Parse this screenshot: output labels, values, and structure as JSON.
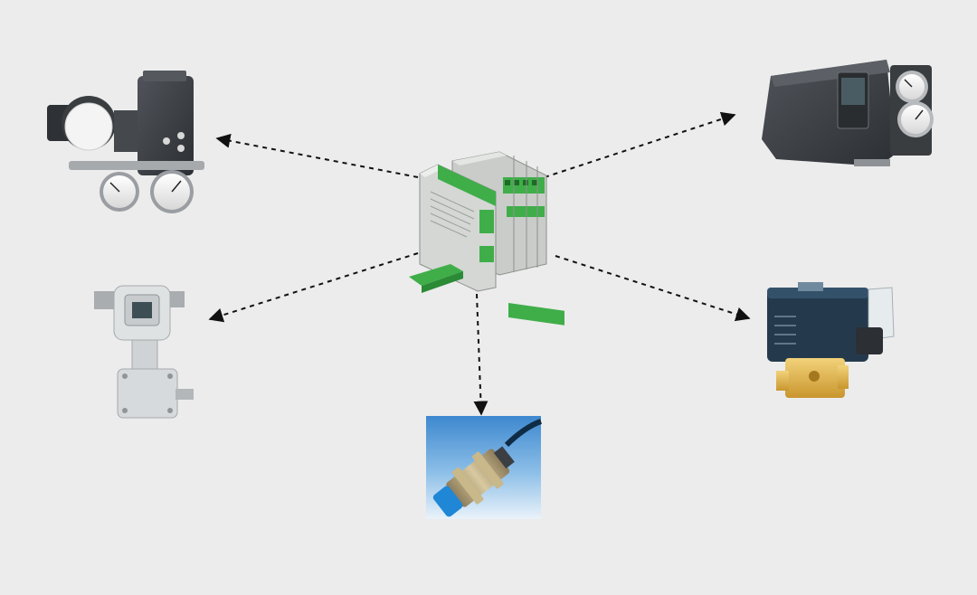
{
  "diagram": {
    "center_node": {
      "icon": "signal-isolator-module-icon"
    },
    "peripheral_nodes": [
      {
        "icon": "electro-pneumatic-positioner-icon"
      },
      {
        "icon": "smart-valve-positioner-icon"
      },
      {
        "icon": "pressure-transmitter-icon"
      },
      {
        "icon": "solenoid-valve-icon"
      },
      {
        "icon": "proximity-sensor-icon"
      }
    ],
    "connections": [
      {
        "from": "center",
        "to": "electro-pneumatic-positioner",
        "style": "dashed-arrow"
      },
      {
        "from": "center",
        "to": "smart-valve-positioner",
        "style": "dashed-arrow"
      },
      {
        "from": "center",
        "to": "pressure-transmitter",
        "style": "dashed-arrow"
      },
      {
        "from": "center",
        "to": "solenoid-valve",
        "style": "dashed-arrow"
      },
      {
        "from": "center",
        "to": "proximity-sensor",
        "style": "dashed-arrow"
      }
    ],
    "colors": {
      "background": "#ececec",
      "arrow": "#111111",
      "module_green": "#3fae49",
      "module_gray": "#c9ccc9",
      "positioner_dark": "#3a3d40",
      "valve_brass": "#e0b84a",
      "sensor_blue": "#1f87d6",
      "sensor_panel": "#5aa0d8"
    }
  }
}
